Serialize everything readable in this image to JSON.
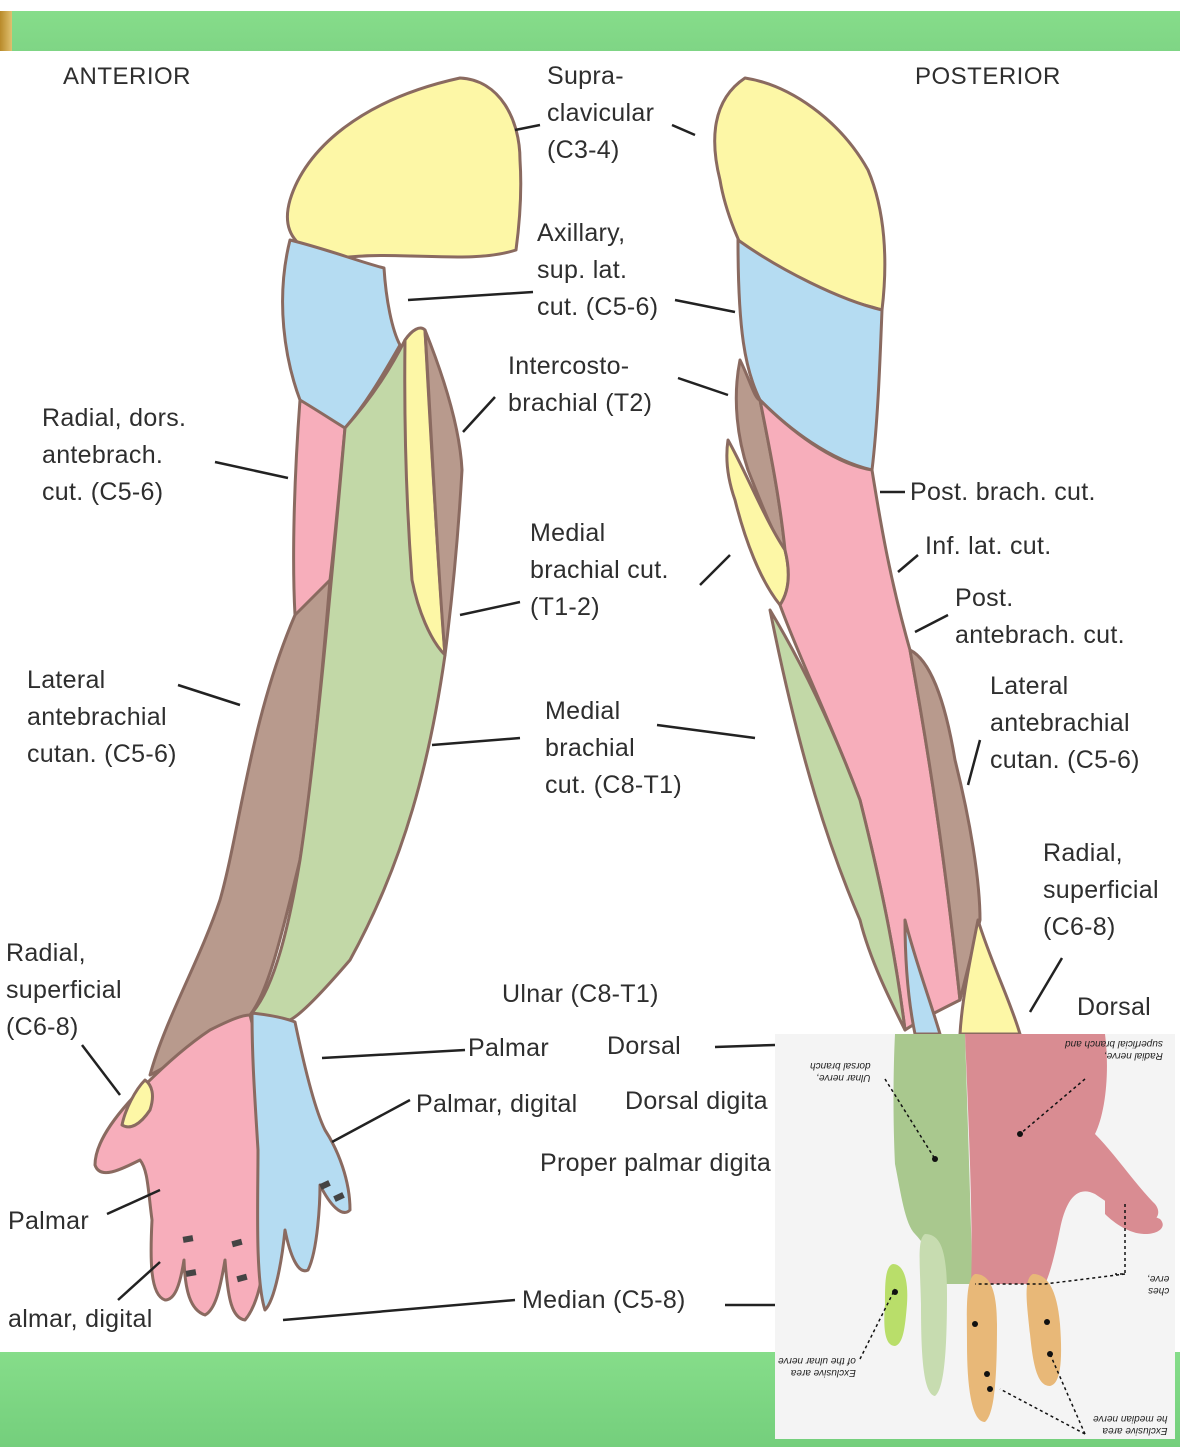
{
  "headers": {
    "anterior": "ANTERIOR",
    "posterior": "POSTERIOR"
  },
  "labels": {
    "supraclavicular": "Supra-\nclavicular\n(C3-4)",
    "axillary": "Axillary,\nsup. lat.\ncut. (C5-6)",
    "intercostobrachial": "Intercosto-\nbrachial (T2)",
    "radial_dors": "Radial, dors.\nantebrach.\ncut. (C5-6)",
    "medial_brachial_t12": "Medial\nbrachial cut.\n(T1-2)",
    "post_brach": "Post. brach. cut.",
    "inf_lat": "Inf. lat. cut.",
    "post_antebrach": "Post.\nantebrach. cut.",
    "lateral_left": "Lateral\nantebrachial\ncutan. (C5-6)",
    "medial_brachial_c8": "Medial\nbrachial\ncut. (C8-T1)",
    "lateral_right": "Lateral\nantebrachial\ncutan. (C5-6)",
    "radial_sup_right": "Radial,\nsuperficial\n(C6-8)",
    "radial_sup_left": "Radial,\nsuperficial\n(C6-8)",
    "ulnar": "Ulnar (C8-T1)",
    "dorsal_right": "Dorsal",
    "palmar_mid": "Palmar",
    "dorsal_mid": "Dorsal",
    "palmar_digital_mid": "Palmar, digital",
    "dorsal_digital": "Dorsal digita",
    "proper_palmar": "Proper palmar digita",
    "palmar_left": "Palmar",
    "palmar_digital_left": "almar, digital",
    "median": "Median (C5-8)"
  },
  "inset_labels": {
    "ulnar_dorsal": "Ulnar nerve,\ndorsal branch",
    "radial_sup": "Radial nerve,\nsuperficial branch and",
    "exclusive_ulnar": "Exclusive area\nof the ulnar nerve",
    "branches": "ches\nerve,",
    "exclusive_median": "Exclusive area\nhe median nerve"
  },
  "colors": {
    "yellow": "#fdf7a6",
    "blue": "#b5dcf2",
    "pink": "#f7aebb",
    "brown": "#b89a8d",
    "green": "#c2d8a7",
    "outline": "#8a6a60",
    "band": "#80d884"
  }
}
